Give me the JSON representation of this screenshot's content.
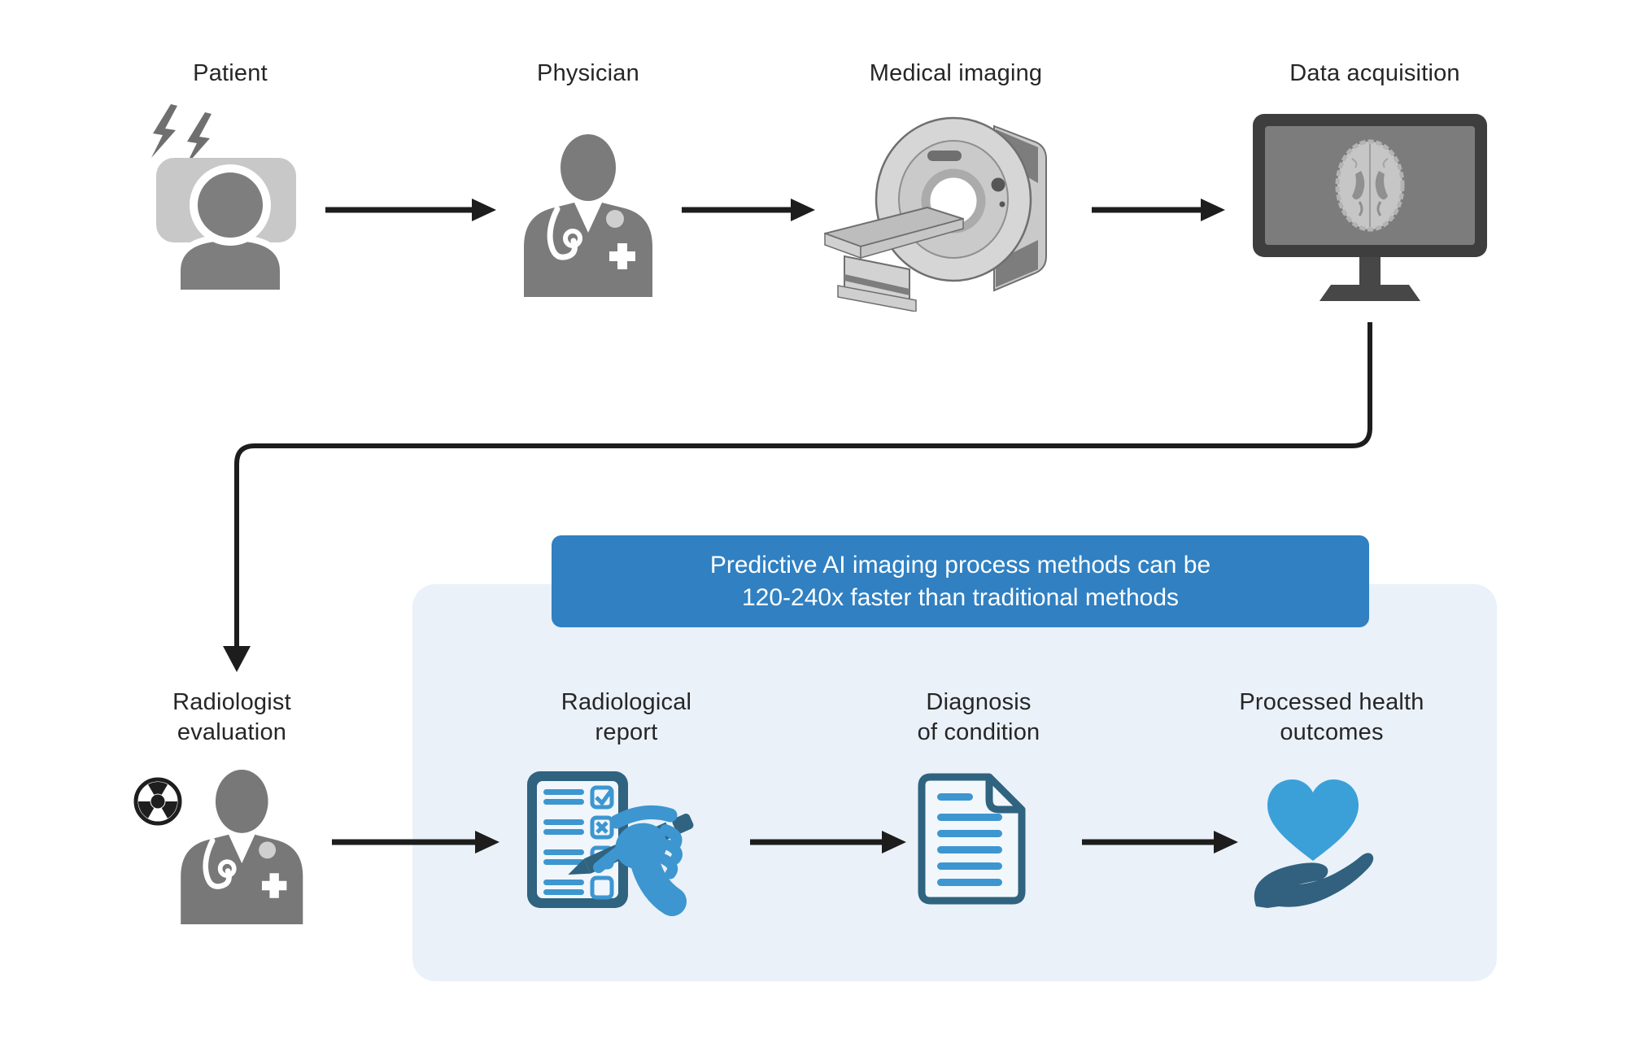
{
  "top_steps": [
    {
      "label": "Patient",
      "icon": "patient-icon"
    },
    {
      "label": "Physician",
      "icon": "physician-icon"
    },
    {
      "label": "Medical imaging",
      "icon": "mri-scanner-icon"
    },
    {
      "label": "Data acquisition",
      "icon": "brain-scan-monitor-icon"
    }
  ],
  "banner": {
    "line1": "Predictive AI imaging process methods can be",
    "line2": "120-240x faster than traditional methods"
  },
  "bottom_steps": [
    {
      "label_line1": "Radiologist",
      "label_line2": "evaluation",
      "icon": "radiologist-icon"
    },
    {
      "label_line1": "Radiological",
      "label_line2": "report",
      "icon": "radiological-report-icon"
    },
    {
      "label_line1": "Diagnosis",
      "label_line2": "of condition",
      "icon": "diagnosis-document-icon"
    },
    {
      "label_line1": "Processed health",
      "label_line2": "outcomes",
      "icon": "heart-in-hand-icon"
    }
  ],
  "colors": {
    "banner_bg": "#3080C2",
    "banner_text": "#FFFFFF",
    "panel_bg": "#EAF1F9",
    "accent_blue": "#3D96D0",
    "dark_slate": "#2F6380",
    "heart_blue": "#3BA0D8",
    "hand_slate": "#31617E",
    "icon_gray": "#7B7B7B",
    "light_gray": "#C8C8C8",
    "arrow_black": "#1D1D1D",
    "text": "#262626"
  }
}
